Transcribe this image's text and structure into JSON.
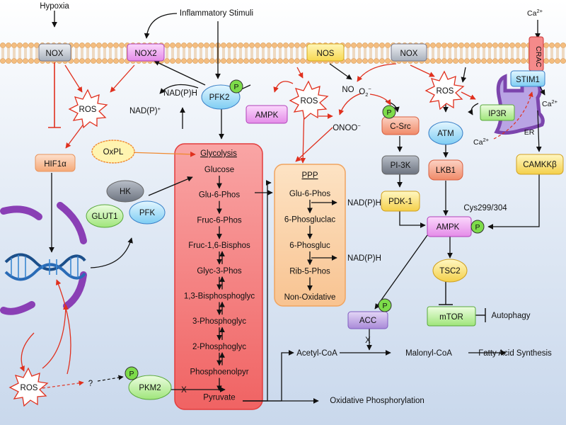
{
  "top": {
    "hypoxia": "Hypoxia",
    "inflammatory": "Inflammatory Stimuli",
    "ca_ext": "Ca",
    "ca_sup": "2+"
  },
  "membrane": {
    "nox_left": "NOX",
    "nox2": "NOX2",
    "nos": "NOS",
    "nox_right": "NOX",
    "crac": "CRAC"
  },
  "nodes": {
    "ros_left": "ROS",
    "hif1a": "HIF1α",
    "oxpl": "OxPL",
    "hk": "HK",
    "glut1": "GLUT1",
    "pfk": "PFK",
    "pfk2": "PFK2",
    "nadph_top": "NAD(P)H",
    "nadp_plus": "NAD(P)",
    "nadp_plus_sup": "+",
    "ampk_left": "AMPK",
    "ros_mid": "ROS",
    "no": "NO",
    "o2": "O",
    "o2_sub": "2",
    "o2_sup": "−",
    "onoo": "ONOO",
    "onoo_sup": "−",
    "csrc": "C-Src",
    "pi3k": "PI-3K",
    "pdk1": "PDK-1",
    "ros_right": "ROS",
    "atm": "ATM",
    "ip3r": "IP3R",
    "stim1": "STIM1",
    "er": "ER",
    "ca_er": "Ca",
    "ca_er_sup": "2+",
    "ca_cyto": "Ca",
    "ca_cyto_sup": "2+",
    "lkb1": "LKB1",
    "camkkb": "CAMKKβ",
    "cys": "Cys299/304",
    "ampk_main": "AMPK",
    "tsc2": "TSC2",
    "mtor": "mTOR",
    "autophagy": "Autophagy",
    "acc": "ACC",
    "acetyl_coa": "Acetyl-CoA",
    "malonyl_coa": "Malonyl-CoA",
    "fatty_acid": "Fatty Acid Synthesis",
    "ros_bottom": "ROS",
    "question": "?",
    "pkm2": "PKM2",
    "x_pkm2": "X",
    "oxphos": "Oxidative Phosphorylation",
    "phospho": "P"
  },
  "glycolysis": {
    "title": "Glycolysis",
    "steps": [
      "Glucose",
      "Glu-6-Phos",
      "Fruc-6-Phos",
      "Fruc-1,6-Bisphos",
      "Glyc-3-Phos",
      "1,3-Bisphosphoglyc",
      "3-Phosphoglyc",
      "2-Phosphoglyc",
      "Phosphoenolpyr",
      "Pyruvate"
    ]
  },
  "ppp": {
    "title": "PPP",
    "steps": [
      "Glu-6-Phos",
      "6-Phosgluclac",
      "6-Phosgluc",
      "Rib-5-Phos",
      "Non-Oxidative"
    ],
    "nadph_1": "NAD(P)H",
    "nadph_2": "NAD(P)H"
  },
  "colors": {
    "ros_red": "#e0301e",
    "glycolysis_fill": "#f47a7a",
    "ppp_fill": "#fbd3a8",
    "ampk_fill": "#f0b0f4",
    "membrane": "#f5c48a"
  }
}
